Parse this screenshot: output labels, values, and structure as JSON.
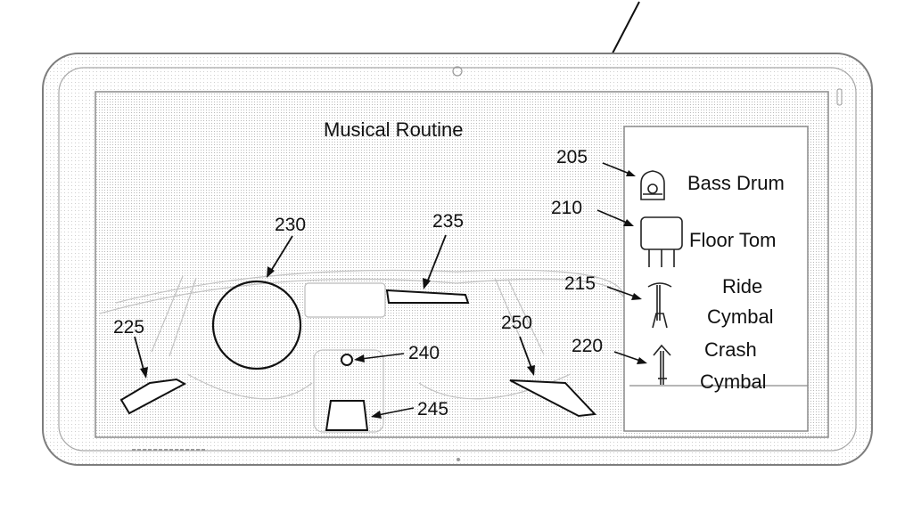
{
  "screen": {
    "title": "Musical Routine"
  },
  "instrument_panel": {
    "items": [
      {
        "ref": "205",
        "label": "Bass Drum",
        "icon": "bass-drum-icon"
      },
      {
        "ref": "210",
        "label": "Floor Tom",
        "icon": "floor-tom-icon"
      },
      {
        "ref": "215",
        "label_line1": "Ride",
        "label_line2": "Cymbal",
        "icon": "ride-cymbal-icon"
      },
      {
        "ref": "220",
        "label_line1": "Crash",
        "label_line2": "Cymbal",
        "icon": "crash-cymbal-icon"
      }
    ]
  },
  "dashboard_targets": {
    "steering_wheel": "230",
    "dash_strip": "235",
    "left_pedal_zone": "225",
    "center_knob": "240",
    "center_console": "245",
    "right_pedal_zone": "250"
  }
}
